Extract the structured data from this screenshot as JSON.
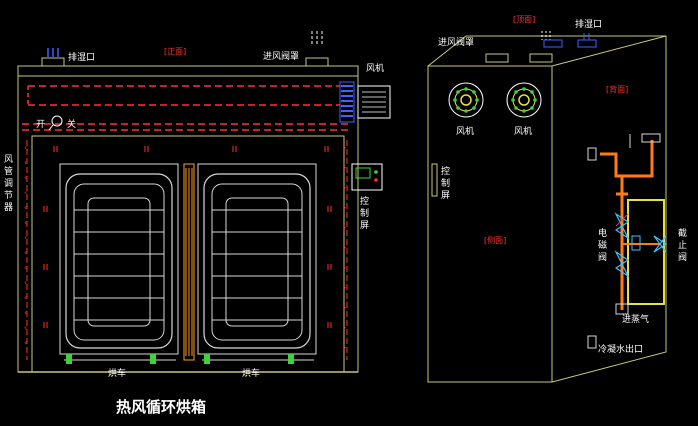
{
  "colors": {
    "background": "#000000",
    "frame": "#c8c878",
    "duct": "#ff3030",
    "fan_blue": "#4060ff",
    "steam_pipe": "#ff7a1a",
    "valve": "#40c0ff",
    "trolley": "#d8d8d8",
    "wheel": "#40d040",
    "heater": "#ffa020",
    "yellow_loop": "#e8e040"
  },
  "front_view": {
    "view_label": "[正面]",
    "exhaust_port": "排湿口",
    "inlet_damper": "进风阀罩",
    "fan": "风机",
    "switch_open": "开",
    "switch_close": "关",
    "duct_regulator": [
      "风",
      "管",
      "调",
      "节",
      "器"
    ],
    "control_panel": [
      "控",
      "制",
      "屏"
    ],
    "trolley_left": "烘车",
    "trolley_right": "烘车"
  },
  "side_view": {
    "top_label": "[顶面]",
    "back_label": "[背面]",
    "side_label": "[侧面]",
    "inlet_damper": "进风阀罩",
    "exhaust_port": "排湿口",
    "fan_left": "风机",
    "fan_right": "风机",
    "control_panel": [
      "控",
      "制",
      "屏"
    ],
    "solenoid_valve": [
      "电",
      "磁",
      "阀"
    ],
    "shutoff_valve": [
      "截",
      "止",
      "阀"
    ],
    "steam_inlet": "进蒸气",
    "condensate_outlet": "冷凝水出口"
  },
  "caption": "热风循环烘箱"
}
